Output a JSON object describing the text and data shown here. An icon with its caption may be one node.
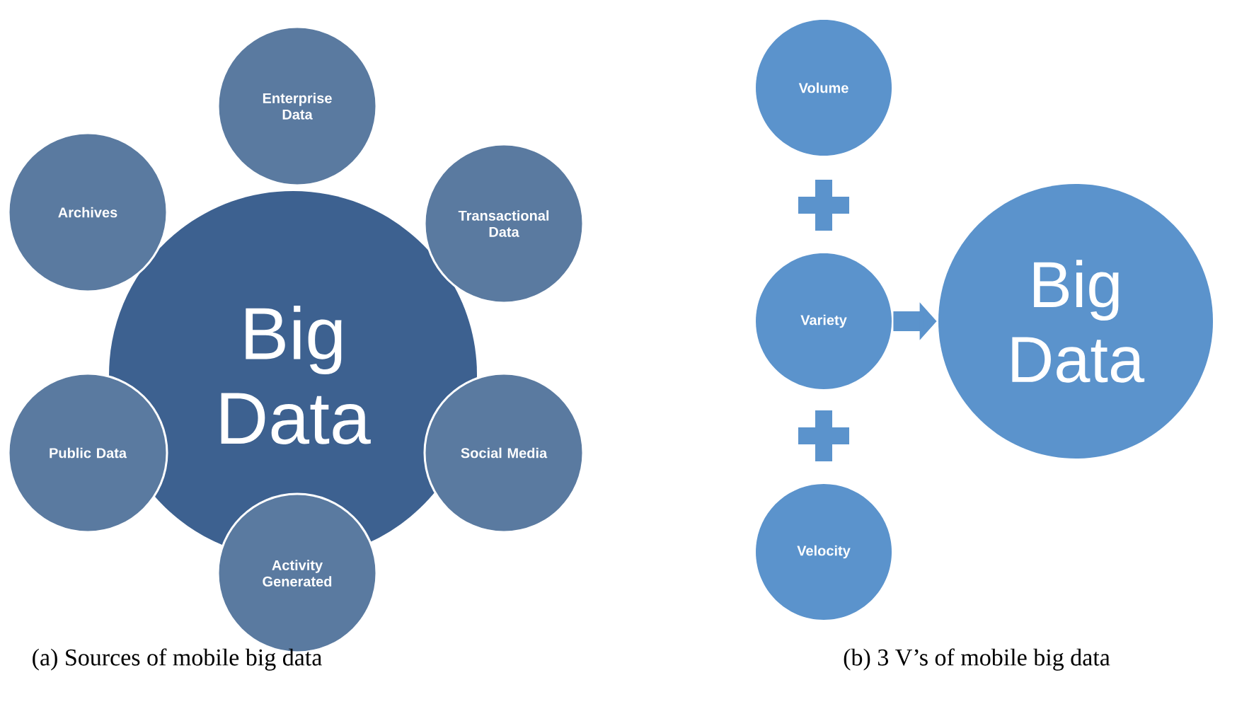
{
  "diagram": {
    "nodes": [
      {
        "text": [
          "Big Data"
        ]
      },
      {
        "text": [
          "Enterprise Data"
        ]
      },
      {
        "text": [
          "Transactional Data"
        ]
      },
      {
        "text": [
          "Social Media"
        ]
      },
      {
        "text": [
          "Activity Generated"
        ]
      },
      {
        "text": [
          "Public Data"
        ]
      },
      {
        "text": [
          "Archives"
        ]
      },
      {
        "text": [
          "Volume"
        ]
      },
      {
        "text": [
          "Variety"
        ]
      },
      {
        "text": [
          "Velocity"
        ]
      },
      {
        "text": [
          "Big Data"
        ]
      }
    ],
    "edges": [
      {
        "from": 8,
        "to": 10,
        "arrow": "to"
      }
    ],
    "labels": [
      "(a) Sources of mobile big data",
      "(b) 3 V’s of mobile big data"
    ]
  }
}
